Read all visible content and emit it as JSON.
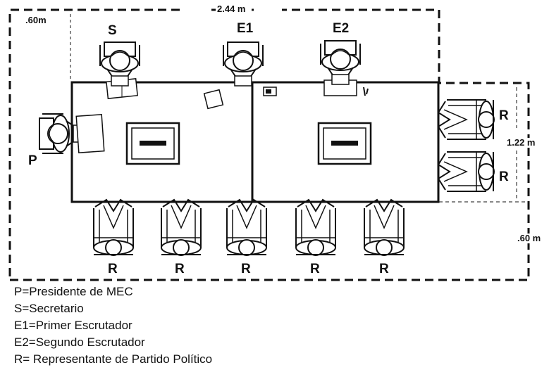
{
  "dimensions": {
    "width": "2.44 m",
    "top_margin": ".60m",
    "height": "1.22 m",
    "right_margin": ".60 m"
  },
  "roles": {
    "president": "P",
    "secretary": "S",
    "e1": "E1",
    "e2": "E2",
    "representative": "R"
  },
  "legend": [
    "P=Presidente de MEC",
    "S=Secretario",
    "E1=Primer Escrutador",
    "E2=Segundo Escrutador",
    "R= Representante de Partido Político"
  ],
  "colors": {
    "ink": "#111111",
    "background": "#ffffff"
  },
  "icons": {
    "person": "seated-person-icon",
    "ballot_box": "ballot-box-icon",
    "document": "document-icon"
  }
}
